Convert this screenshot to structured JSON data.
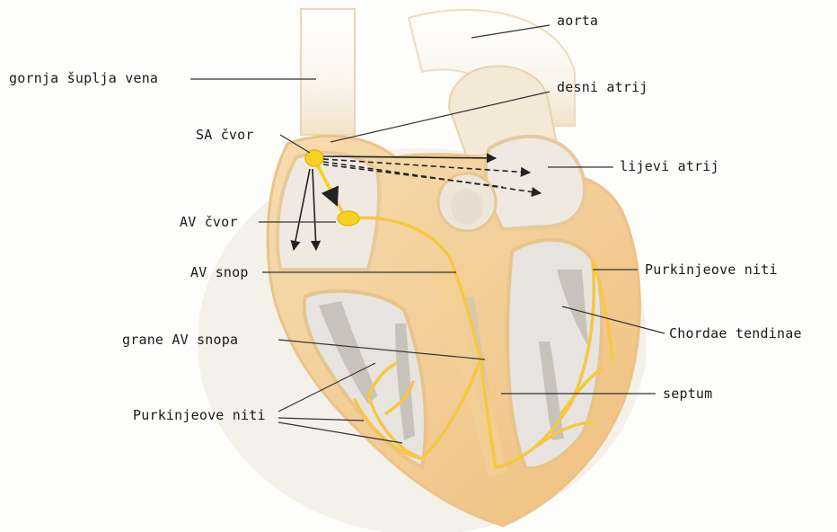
{
  "labels": {
    "aorta": "aorta",
    "gornja_suplja_vena": "gornja šuplja vena",
    "desni_atrij": "desni atrij",
    "sa_cvor": "SA čvor",
    "lijevi_atrij": "lijevi atrij",
    "av_cvor": "AV čvor",
    "av_snop": "AV snop",
    "purkinjeove_niti_right": "Purkinjeove niti",
    "chordae_tendinae": "Chordae tendinae",
    "grane_av_snopa": "grane AV snopa",
    "septum": "septum",
    "purkinjeove_niti_left": "Purkinjeove niti"
  },
  "colors": {
    "heart_fill": "#f3d9ad",
    "heart_wall": "#f0c68a",
    "conduction": "#f5c842",
    "node": "#f7d21e",
    "chamber": "#eee7dc",
    "leader": "#333333",
    "arrow": "#222222"
  }
}
